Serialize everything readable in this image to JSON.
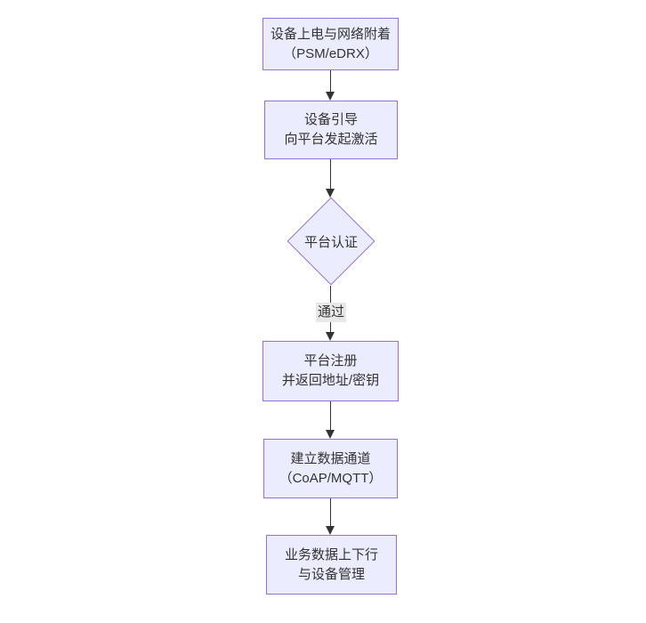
{
  "diagram": {
    "type": "flowchart",
    "direction": "top-down",
    "colors": {
      "background": "#ffffff",
      "node_fill": "#ECECFF",
      "node_border": "#9370DB",
      "text": "#333333",
      "edge_line": "#333333",
      "edge_label_bg": "#e8e8e8"
    },
    "nodes": [
      {
        "id": "power-on",
        "shape": "rect",
        "lines": [
          "设备上电与网络附着",
          "（PSM/eDRX）"
        ]
      },
      {
        "id": "boot",
        "shape": "rect",
        "lines": [
          "设备引导",
          "向平台发起激活"
        ]
      },
      {
        "id": "platform-auth",
        "shape": "diamond",
        "lines": [
          "平台认证"
        ]
      },
      {
        "id": "register",
        "shape": "rect",
        "lines": [
          "平台注册",
          "并返回地址/密钥"
        ]
      },
      {
        "id": "data-channel",
        "shape": "rect",
        "lines": [
          "建立数据通道",
          "（CoAP/MQTT）"
        ]
      },
      {
        "id": "business",
        "shape": "rect",
        "lines": [
          "业务数据上下行",
          "与设备管理"
        ]
      }
    ],
    "edges": [
      {
        "from": "power-on",
        "to": "boot",
        "label": ""
      },
      {
        "from": "boot",
        "to": "platform-auth",
        "label": ""
      },
      {
        "from": "platform-auth",
        "to": "register",
        "label": "通过"
      },
      {
        "from": "register",
        "to": "data-channel",
        "label": ""
      },
      {
        "from": "data-channel",
        "to": "business",
        "label": ""
      }
    ]
  }
}
